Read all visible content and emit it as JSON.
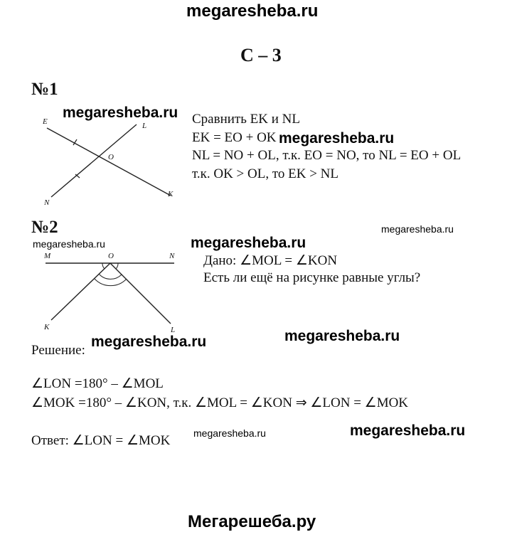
{
  "header": {
    "site": "megaresheba.ru",
    "title": "C – 3"
  },
  "task1": {
    "number": "№1",
    "lines": [
      "Сравнить EK и NL",
      "EK = EO + OK",
      "NL = NO + OL, т.к. EO = NO, то NL = EO + OL",
      "т.к. OK > OL, то EK > NL"
    ],
    "figure_labels": {
      "E": "E",
      "L": "L",
      "O": "O",
      "N": "N",
      "K": "K"
    }
  },
  "task2": {
    "number": "№2",
    "given": "Дано: ∠MOL = ∠KON",
    "question": "Есть ли ещё на рисунке равные углы?",
    "solution_label": "Решение:",
    "steps": [
      "∠LON =180° – ∠MOL",
      "∠MOK =180° – ∠KON, т.к. ∠MOL = ∠KON ⇒ ∠LON = ∠MOK"
    ],
    "answer": "Ответ: ∠LON = ∠MOK",
    "figure_labels": {
      "M": "M",
      "O": "O",
      "N": "N",
      "K": "K",
      "L": "L"
    }
  },
  "watermarks": {
    "fig1": "megaresheba.ru",
    "task1_text": "megaresheba.ru",
    "task2_right_small": "megaresheba.ru",
    "fig2_small": "megaresheba.ru",
    "task2_mid": "megaresheba.ru",
    "solution_mid": "megaresheba.ru",
    "solution_right": "megaresheba.ru",
    "answer_small": "megaresheba.ru",
    "answer_right": "megaresheba.ru"
  },
  "footer": {
    "site": "Мегарешеба.ру"
  }
}
